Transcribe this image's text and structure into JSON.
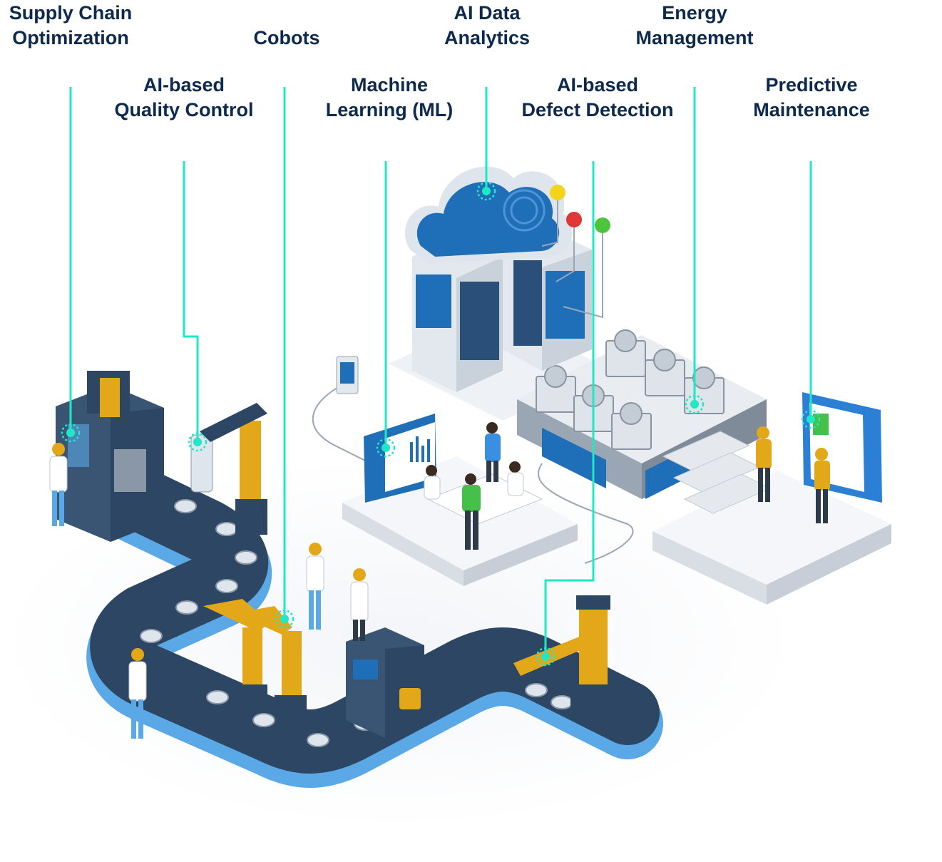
{
  "colors": {
    "accent": "#1de9c7",
    "label_text": "#0d2a4e",
    "conveyor": "#2d4663",
    "conveyor_side": "#5aa9e6",
    "machine": "#3a5574",
    "robot_yellow": "#e3a81a",
    "cloud": "#1f6fb8",
    "platform": "#eef1f5"
  },
  "labels": [
    {
      "id": "supply-chain",
      "lines": [
        "Supply Chain",
        "Optimization"
      ]
    },
    {
      "id": "cobots",
      "lines": [
        "Cobots"
      ]
    },
    {
      "id": "ai-data-analytics",
      "lines": [
        "AI Data",
        "Analytics"
      ]
    },
    {
      "id": "energy-management",
      "lines": [
        "Energy",
        "Management"
      ]
    },
    {
      "id": "ai-quality-control",
      "lines": [
        "AI-based",
        "Quality Control"
      ]
    },
    {
      "id": "machine-learning",
      "lines": [
        "Machine",
        "Learning (ML)"
      ]
    },
    {
      "id": "ai-defect-detection",
      "lines": [
        "AI-based",
        "Defect Detection"
      ]
    },
    {
      "id": "predictive-maintenance",
      "lines": [
        "Predictive",
        "Maintenance"
      ]
    }
  ]
}
